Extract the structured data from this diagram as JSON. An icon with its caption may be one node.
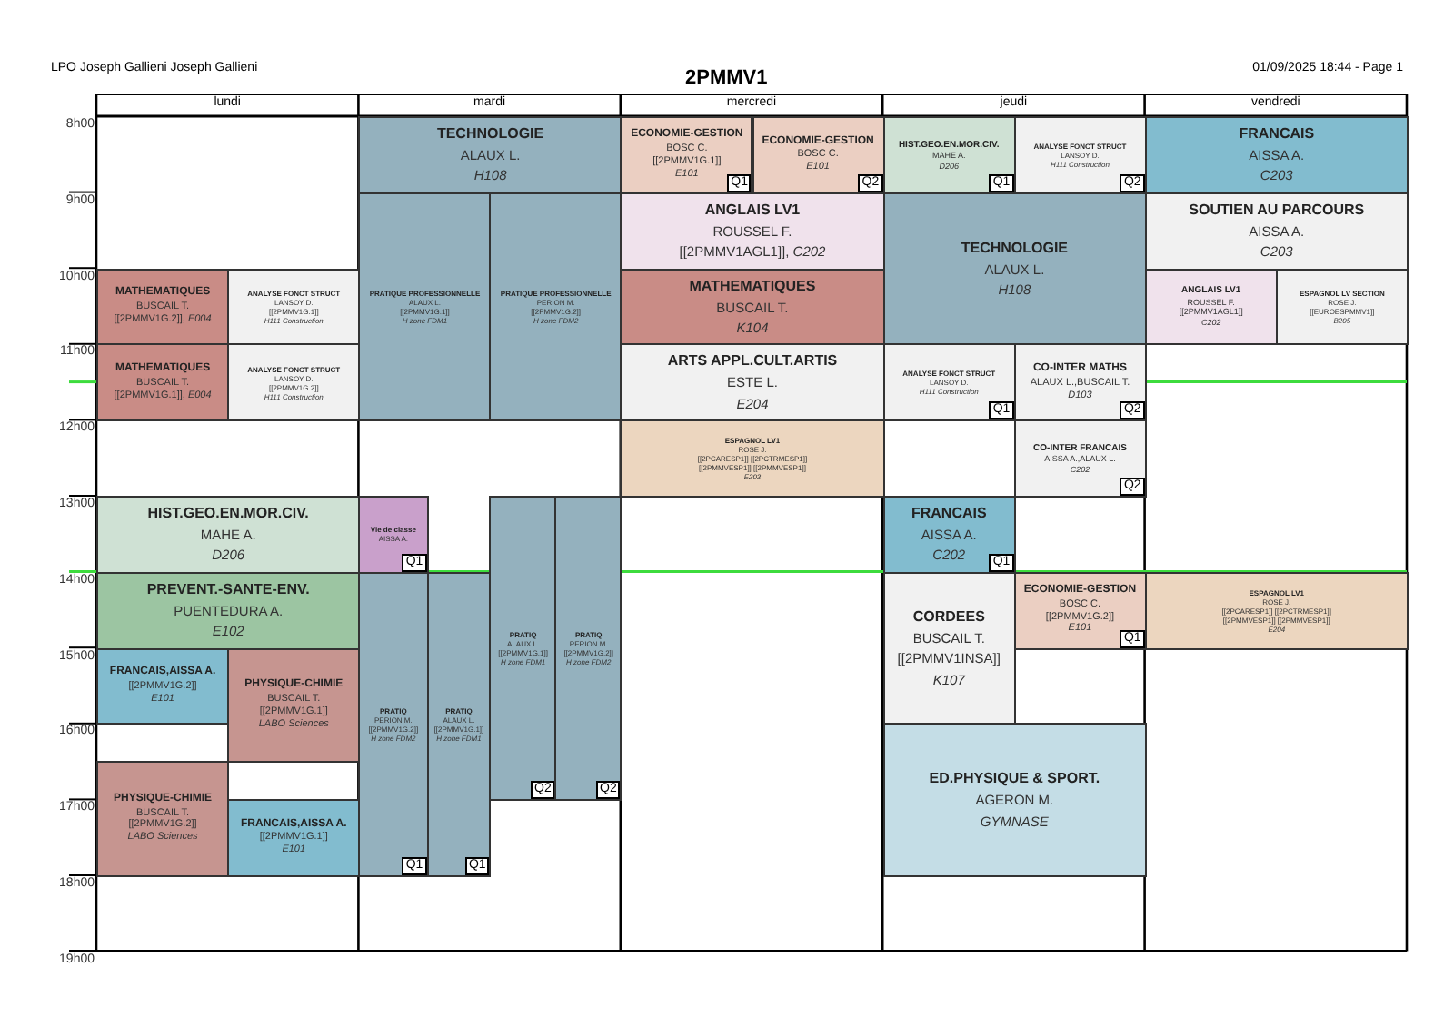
{
  "diagram": {
    "title": "2PMMV1",
    "nodes": [
      {
        "text": [
          "MATHEMATIQUES",
          "BUSCAIL T.",
          "[[2PMMV1G.2]], *E004*"
        ]
      },
      {
        "text": [
          "ANALYSE FONCT STRUCT",
          "LANSOY D.",
          "[[2PMMV1G.1]]",
          "H111 Construction"
        ]
      },
      {
        "text": [
          "MATHEMATIQUES",
          "BUSCAIL T.",
          "[[2PMMV1G.1]], *E004*"
        ]
      },
      {
        "text": [
          "ANALYSE FONCT STRUCT",
          "LANSOY D.",
          "[[2PMMV1G.2]]",
          "H111 Construction"
        ]
      },
      {
        "text": [
          "HIST.GEO.EN.MOR.CIV.",
          "MAHE A.",
          "D206"
        ]
      },
      {
        "text": [
          "PREVENT.-SANTE-ENV.",
          "PUENTEDURA A.",
          "E102"
        ]
      },
      {
        "text": [
          "**FRANCAIS**,AISSA A.",
          "[[2PMMV1G.2]]",
          "E101"
        ]
      },
      {
        "text": [
          "PHYSIQUE-CHIMIE",
          "BUSCAIL T.",
          "[[2PMMV1G.1]]",
          "LABO Sciences"
        ]
      },
      {
        "text": [
          "PHYSIQUE-CHIMIE",
          "BUSCAIL T.",
          "[[2PMMV1G.2]]",
          "LABO Sciences"
        ]
      },
      {
        "text": [
          "**FRANCAIS**,AISSA A.",
          "[[2PMMV1G.1]]",
          "E101"
        ]
      },
      {
        "text": [
          "TECHNOLOGIE",
          "ALAUX L.",
          "H108"
        ]
      },
      {
        "text": [
          "PRATIQUE PROFESSIONNELLE",
          "ALAUX L.",
          "[[2PMMV1G.1]]",
          "H zone FDM1"
        ]
      },
      {
        "text": [
          "PRATIQUE PROFESSIONNELLE",
          "PERION M.",
          "[[2PMMV1G.2]]",
          "H zone FDM2"
        ]
      },
      {
        "text": [
          "Vie de classe",
          "AISSA A."
        ]
      },
      {
        "text": [
          "Q1"
        ],
        "in": 13
      },
      {
        "text": [
          "PRATIQ",
          "PERION M.",
          "[[2PMMV1G.2]]",
          "H zone FDM2"
        ]
      },
      {
        "text": [
          "Q1"
        ],
        "in": 15
      },
      {
        "text": [
          "PRATIQ",
          "ALAUX L.",
          "[[2PMMV1G.1]]",
          "H zone FDM1"
        ]
      },
      {
        "text": [
          "Q1"
        ],
        "in": 17
      },
      {
        "text": [
          "PRATIQ",
          "ALAUX L.",
          "[[2PMMV1G.1]]",
          "H zone FDM1"
        ]
      },
      {
        "text": [
          "Q2"
        ],
        "in": 19
      },
      {
        "text": [
          "PRATIQ",
          "PERION M.",
          "[[2PMMV1G.2]]",
          "H zone FDM2"
        ]
      },
      {
        "text": [
          "Q2"
        ],
        "in": 21
      },
      {
        "text": [
          "ECONOMIE-GESTION",
          "BOSC C.",
          "[[2PMMV1G.1]]",
          "E101"
        ]
      },
      {
        "text": [
          "Q1"
        ],
        "in": 23
      },
      {
        "text": [
          "ECONOMIE-GESTION",
          "BOSC C.",
          "E101"
        ]
      },
      {
        "text": [
          "Q2"
        ],
        "in": 25
      },
      {
        "text": [
          "ANGLAIS LV1",
          "ROUSSEL F.",
          "[[2PMMV1AGL1]], *C202*"
        ]
      },
      {
        "text": [
          "MATHEMATIQUES",
          "BUSCAIL T.",
          "K104"
        ]
      },
      {
        "text": [
          "ARTS APPL.CULT.ARTIS",
          "ESTE L.",
          "E204"
        ]
      },
      {
        "text": [
          "ESPAGNOL LV1",
          "ROSE J.",
          "[[2PCARESP1]] [[2PCTRMESP1]]",
          "[[2PMMVESP1]] [[2PMMVESP1]]",
          "E203"
        ]
      },
      {
        "text": [
          "HIST.GEO.EN.MOR.CIV.",
          "MAHE A.",
          "D206"
        ]
      },
      {
        "text": [
          "Q1"
        ],
        "in": 31
      },
      {
        "text": [
          "ANALYSE FONCT STRUCT",
          "LANSOY D.",
          "H111 Construction"
        ]
      },
      {
        "text": [
          "Q2"
        ],
        "in": 33
      },
      {
        "text": [
          "TECHNOLOGIE",
          "ALAUX L.",
          "H108"
        ]
      },
      {
        "text": [
          "ANALYSE FONCT STRUCT",
          "LANSOY D.",
          "H111 Construction"
        ]
      },
      {
        "text": [
          "Q1"
        ],
        "in": 36
      },
      {
        "text": [
          "CO-INTER MATHS",
          "ALAUX L.,BUSCAIL T.",
          "D103"
        ]
      },
      {
        "text": [
          "Q2"
        ],
        "in": 38
      },
      {
        "text": [
          "CO-INTER FRANCAIS",
          "AISSA A.,ALAUX L.",
          "C202"
        ]
      },
      {
        "text": [
          "Q2"
        ],
        "in": 40
      },
      {
        "text": [
          "FRANCAIS",
          "AISSA A.",
          "C202"
        ]
      },
      {
        "text": [
          "Q1"
        ],
        "in": 42
      },
      {
        "text": [
          "CORDEES",
          "BUSCAIL T.",
          "[[2PMMV1INSA]]",
          "K107"
        ]
      },
      {
        "text": [
          "ECONOMIE-GESTION",
          "BOSC C.",
          "[[2PMMV1G.2]]",
          "E101"
        ]
      },
      {
        "text": [
          "Q1"
        ],
        "in": 45
      },
      {
        "text": [
          "ED.PHYSIQUE & SPORT.",
          "AGERON M.",
          "GYMNASE"
        ]
      },
      {
        "text": [
          "FRANCAIS",
          "AISSA A.",
          "C203"
        ]
      },
      {
        "text": [
          "SOUTIEN AU PARCOURS",
          "AISSA A.",
          "C203"
        ]
      },
      {
        "text": [
          "ANGLAIS LV1",
          "ROUSSEL F.",
          "[[2PMMV1AGL1]]",
          "C202"
        ]
      },
      {
        "text": [
          "ESPAGNOL LV SECTION",
          "ROSE J.",
          "[[EUROESPMMV1]]",
          "B205"
        ]
      },
      {
        "text": [
          "ESPAGNOL LV1",
          "ROSE J.",
          "[[2PCARESP1]] [[2PCTRMESP1]]",
          "[[2PMMVESP1]] [[2PMMVESP1]]",
          "E204"
        ]
      }
    ],
    "labels": [
      "LPO Joseph Gallieni Joseph Gallieni",
      "01/09/2025 18:44 - Page 1",
      "lundi",
      "mardi",
      "mercredi",
      "jeudi",
      "vendredi",
      "8h00",
      "9h00",
      "10h00",
      "11h00",
      "12h00",
      "13h00",
      "14h00",
      "15h00",
      "16h00",
      "17h00",
      "18h00",
      "19h00"
    ]
  }
}
